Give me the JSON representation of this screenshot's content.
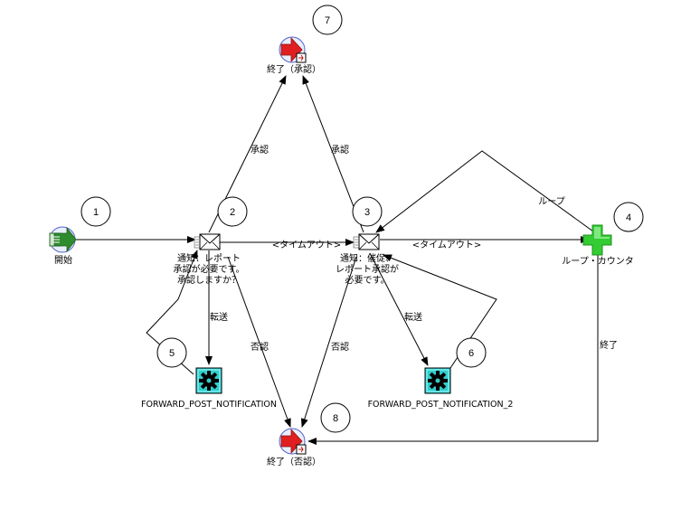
{
  "nodes": {
    "start": {
      "label": "開始",
      "icon": "start-arrow-icon"
    },
    "notify_report": {
      "lines": [
        "通知：レポート",
        "承認が必要です。",
        "承認しますか？"
      ],
      "icon": "envelope-icon"
    },
    "notify_reminder": {
      "lines": [
        "通知：催促、",
        "レポート承認が",
        "必要です。"
      ],
      "icon": "envelope-icon"
    },
    "loop_counter": {
      "label": "ループ・カウンタ",
      "icon": "green-plus-icon"
    },
    "end_approved": {
      "label": "終了（承認）",
      "icon": "end-arrow-icon"
    },
    "end_rejected": {
      "label": "終了（否認）",
      "icon": "end-arrow-icon"
    },
    "forward_post_1": {
      "label": "FORWARD_POST_NOTIFICATION",
      "icon": "gear-icon"
    },
    "forward_post_2": {
      "label": "FORWARD_POST_NOTIFICATION_2",
      "icon": "gear-icon"
    }
  },
  "edges": {
    "approve_1": "承認",
    "approve_2": "承認",
    "timeout_1": "<タイムアウト>",
    "timeout_2": "<タイムアウト>",
    "loop": "ループ",
    "forward_1": "転送",
    "forward_2": "転送",
    "reject_1": "否認",
    "reject_2": "否認",
    "end": "終了"
  },
  "markers": [
    "1",
    "2",
    "3",
    "4",
    "5",
    "6",
    "7",
    "8"
  ],
  "colors": {
    "start_green": "#2e8b2e",
    "end_red": "#e02020",
    "plus_green": "#33cc33",
    "gear_cyan": "#33cccc"
  }
}
